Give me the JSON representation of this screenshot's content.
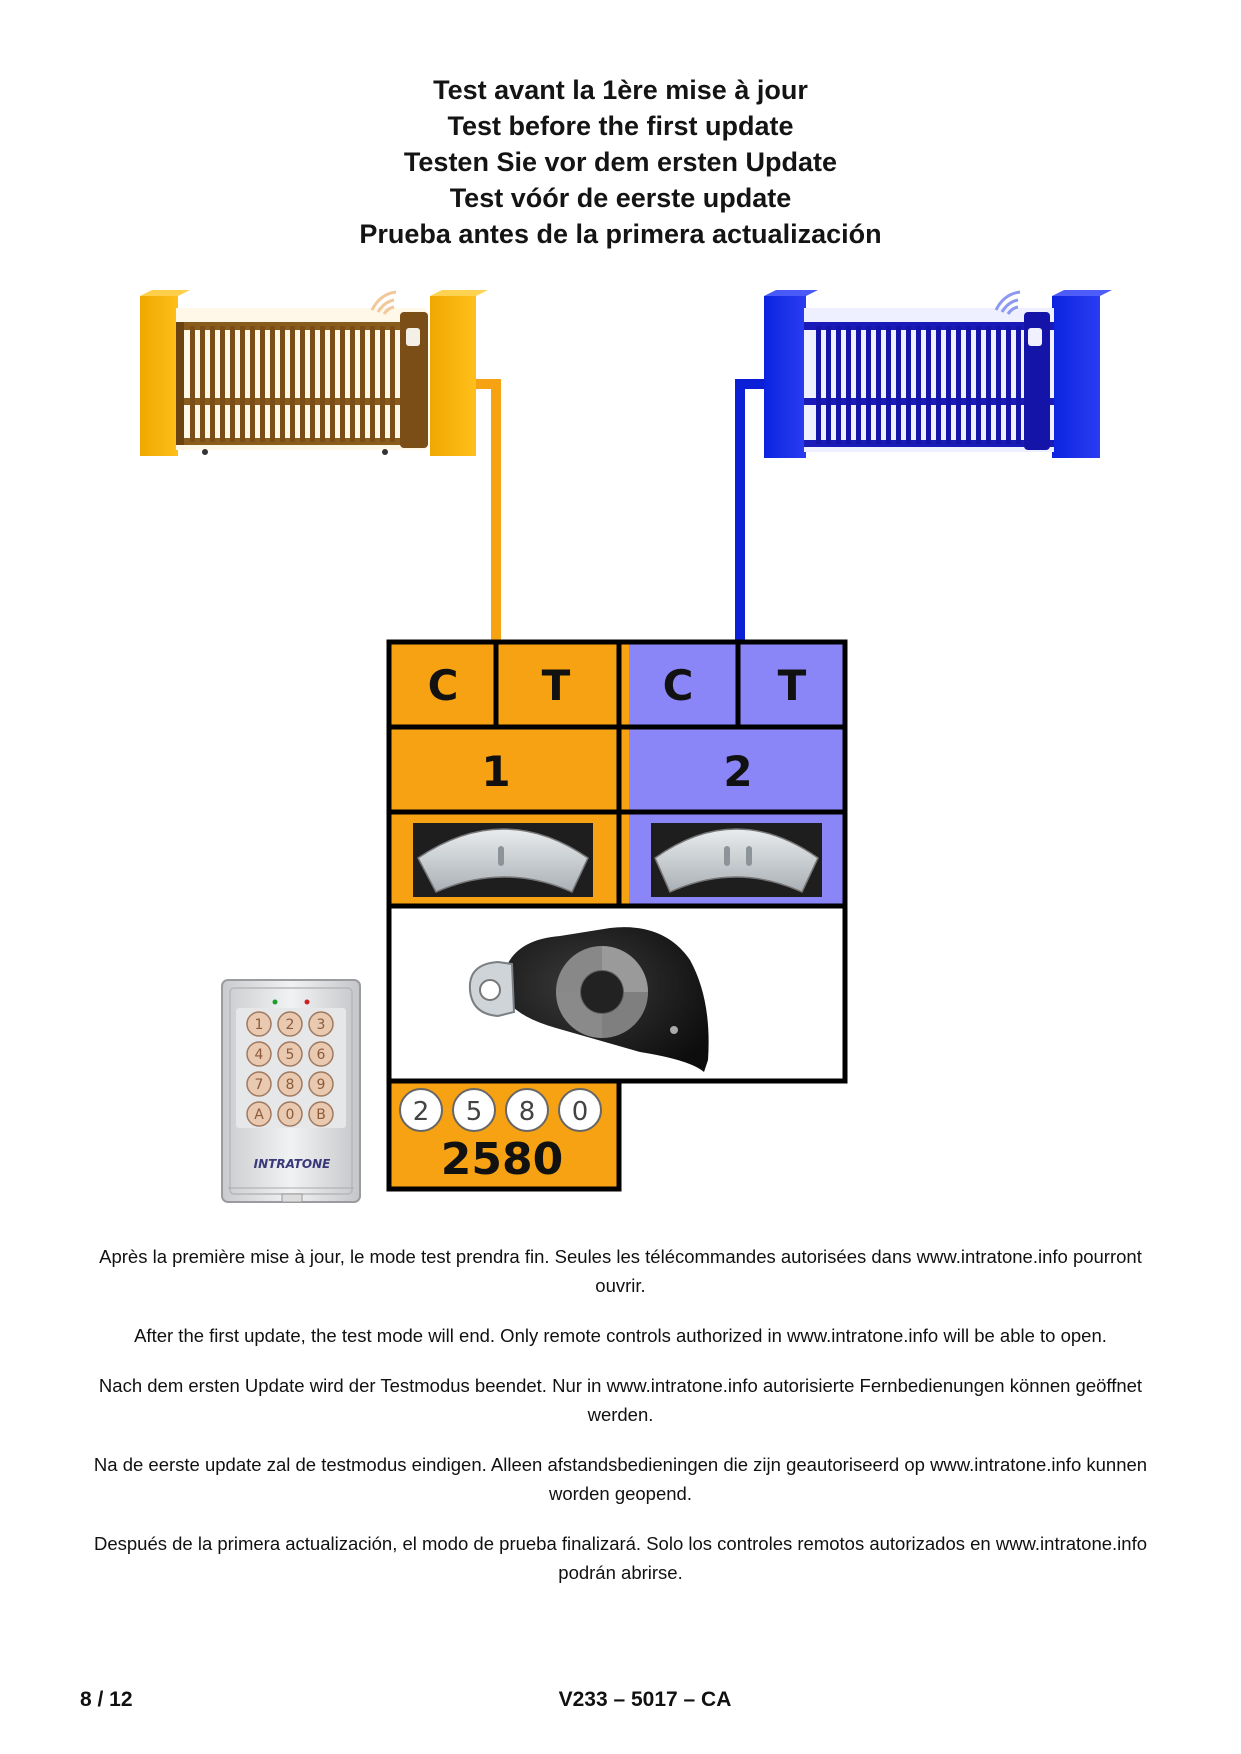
{
  "titles": [
    "Test avant la 1ère mise à jour",
    "Test before the first update",
    "Testen Sie vor dem ersten Update",
    "Test vóór de eerste update",
    "Prueba antes de la primera actualización"
  ],
  "grid": {
    "col1_c": "C",
    "col1_t": "T",
    "col2_c": "C",
    "col2_t": "T",
    "channel1": "1",
    "channel2": "2",
    "code": "2580",
    "keys": [
      "2",
      "5",
      "8",
      "0"
    ]
  },
  "keypad": {
    "brand": "INTRATONE",
    "keys": [
      "1",
      "2",
      "3",
      "4",
      "5",
      "6",
      "7",
      "8",
      "9",
      "A",
      "0",
      "B"
    ]
  },
  "paragraphs": [
    "Après la première mise à jour, le mode test prendra fin. Seules les télécommandes autorisées dans www.intratone.info pourront ouvrir.",
    "After the first update, the test mode will end. Only remote controls authorized in www.intratone.info will be able to open.",
    "Nach dem ersten Update wird der Testmodus beendet. Nur in www.intratone.info autorisierte Fernbedienungen können geöffnet werden.",
    "Na de eerste update zal de testmodus eindigen. Alleen afstandsbedieningen die zijn geautoriseerd op www.intratone.info kunnen worden geopend.",
    "Después de la primera actualización, el modo de prueba finalizará. Solo los controles remotos autorizados en www.intratone.info podrán abrirse."
  ],
  "footer": {
    "page": "8 / 12",
    "ref": "V233 – 5017 – CA"
  },
  "colors": {
    "orange": "#f7a212",
    "blue": "#0a1fd6",
    "lavender": "#8a86f8",
    "gate_brown": "#8a5c1c",
    "gate_blue": "#1a1ab8"
  }
}
